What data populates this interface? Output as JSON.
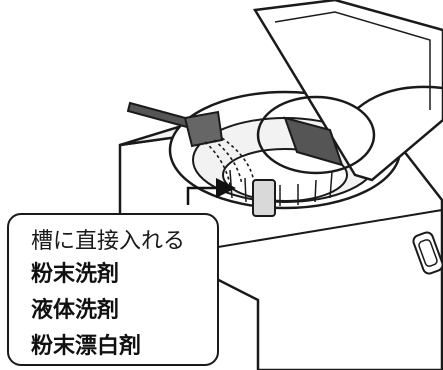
{
  "callout": {
    "heading": "槽に直接入れる",
    "items": [
      "粉末洗剤",
      "液体洗剤",
      "粉末漂白剤"
    ]
  },
  "colors": {
    "line": "#1a1a1a",
    "body": "#ffffff",
    "shade": "#d9d9d9",
    "part": "#555555",
    "arrow": "#111111"
  },
  "icons": [
    "washing-machine",
    "measuring-scoop",
    "detergent-case",
    "pour-arrow"
  ]
}
